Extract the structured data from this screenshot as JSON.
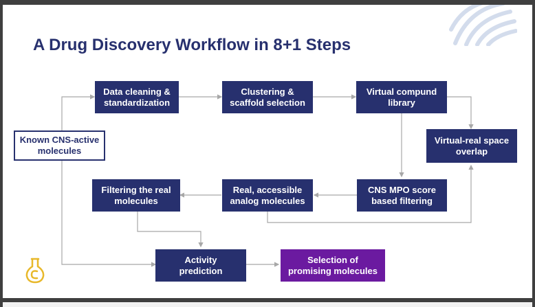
{
  "slide": {
    "title": "A Drug Discovery Workflow in 8+1 Steps"
  },
  "steps": {
    "data_cleaning": "Data cleaning &\nstandardization",
    "clustering": "Clustering &\nscaffold selection",
    "virtual_library": "Virtual compund\nlibrary",
    "known_cns": "Known CNS-active\nmolecules",
    "overlap": "Virtual-real space\noverlap",
    "filtering_real": "Filtering the real\nmolecules",
    "real_analogs": "Real, accessible\nanalog molecules",
    "cns_mpo": "CNS MPO score\nbased filtering",
    "activity": "Activity\nprediction",
    "selection": "Selection of\npromising molecules"
  },
  "colors": {
    "box_navy": "#27306e",
    "box_purple": "#6b1aa0",
    "connector": "#a8a8a8",
    "logo_gold": "#e8b82a",
    "watermark": "#d3dcec"
  },
  "icons": {
    "logo": "flask-logo-icon",
    "watermark": "fingerprint-watermark-icon"
  }
}
